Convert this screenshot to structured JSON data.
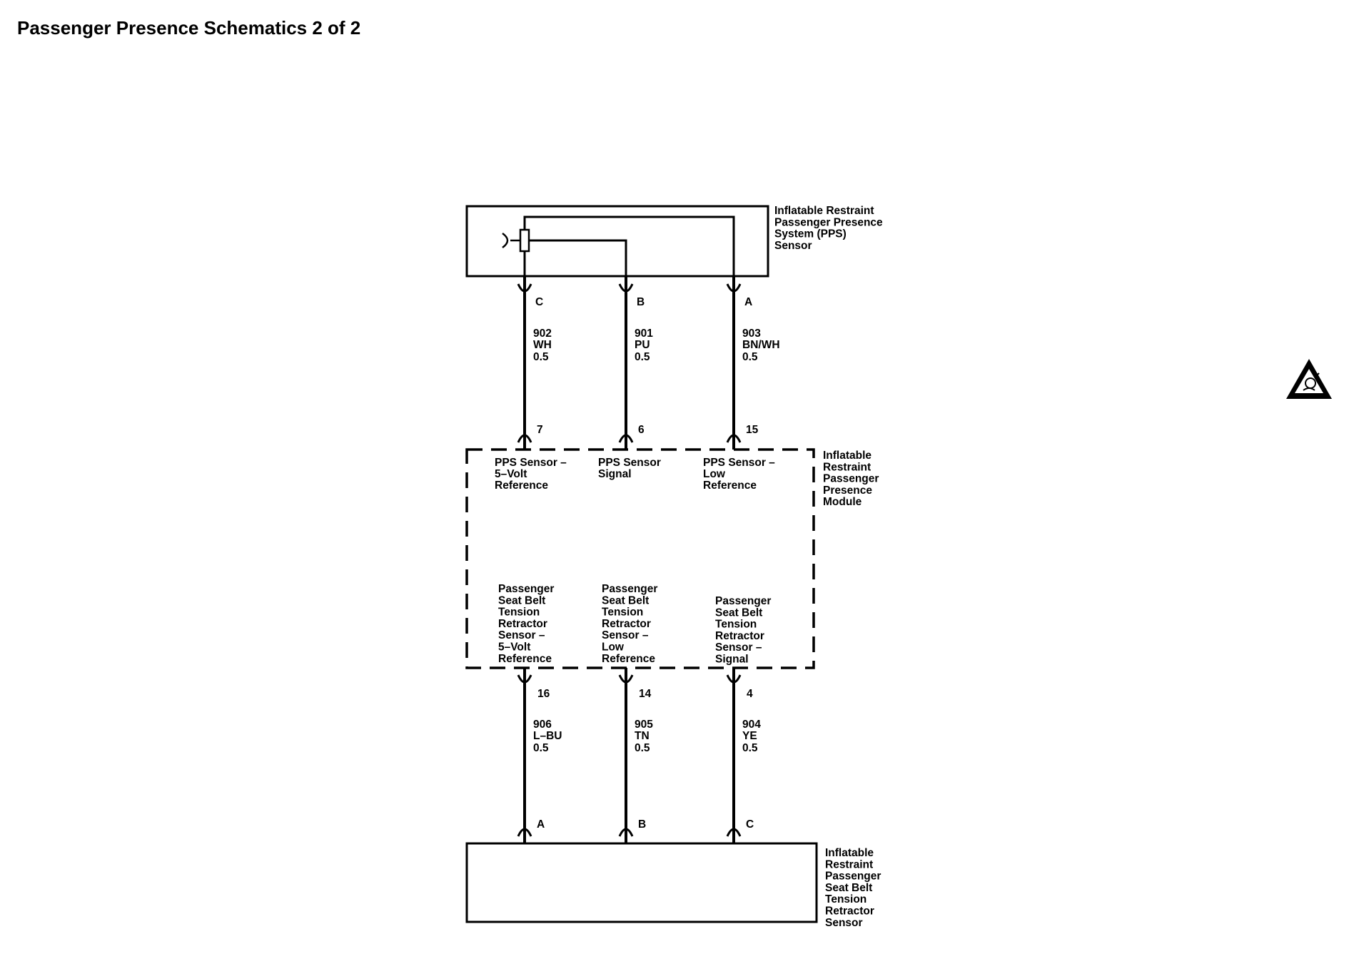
{
  "title": "Passenger Presence Schematics 2 of 2",
  "components": {
    "pps_sensor": [
      "Inflatable Restraint",
      "Passenger Presence",
      "System (PPS)",
      "Sensor"
    ],
    "ppm": [
      "Inflatable",
      "Restraint",
      "Passenger",
      "Presence",
      "Module"
    ],
    "belt_sensor": [
      "Inflatable",
      "Restraint",
      "Passenger",
      "Seat Belt",
      "Tension",
      "Retractor",
      "Sensor"
    ]
  },
  "sensor_pins": [
    "C",
    "B",
    "A"
  ],
  "upper_wires": [
    {
      "circuit": "902",
      "color": "WH",
      "gauge": "0.5"
    },
    {
      "circuit": "901",
      "color": "PU",
      "gauge": "0.5"
    },
    {
      "circuit": "903",
      "color": "BN/WH",
      "gauge": "0.5"
    }
  ],
  "module_top_pins": [
    "7",
    "6",
    "15"
  ],
  "module_top_labels": [
    [
      "PPS Sensor –",
      "5–Volt",
      "Reference"
    ],
    [
      "PPS Sensor",
      "Signal"
    ],
    [
      "PPS Sensor –",
      "Low",
      "Reference"
    ]
  ],
  "module_bottom_labels": [
    [
      "Passenger",
      "Seat Belt",
      "Tension",
      "Retractor",
      "Sensor –",
      "5–Volt",
      "Reference"
    ],
    [
      "Passenger",
      "Seat Belt",
      "Tension",
      "Retractor",
      "Sensor –",
      "Low",
      "Reference"
    ],
    [
      "Passenger",
      "Seat Belt",
      "Tension",
      "Retractor",
      "Sensor –",
      "Signal"
    ]
  ],
  "module_bottom_pins": [
    "16",
    "14",
    "4"
  ],
  "lower_wires": [
    {
      "circuit": "906",
      "color": "L–BU",
      "gauge": "0.5"
    },
    {
      "circuit": "905",
      "color": "TN",
      "gauge": "0.5"
    },
    {
      "circuit": "904",
      "color": "YE",
      "gauge": "0.5"
    }
  ],
  "belt_sensor_pins": [
    "A",
    "B",
    "C"
  ],
  "icons": {
    "airbag_warning": "airbag-warning-icon"
  }
}
